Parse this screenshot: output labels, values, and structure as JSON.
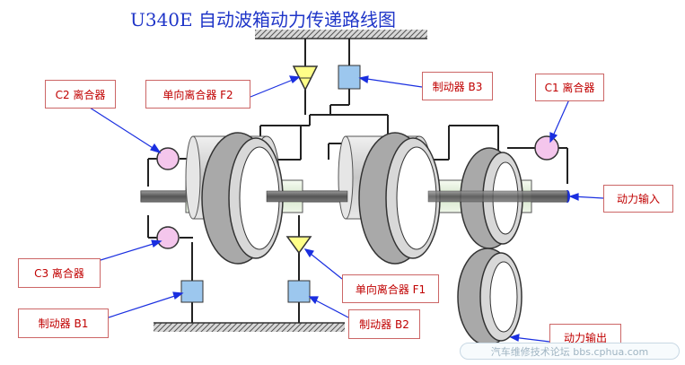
{
  "title": "U340E 自动波箱动力传递路线图",
  "labels": {
    "c2": "C2 离合器",
    "f2": "单向离合器 F2",
    "b3": "制动器 B3",
    "c1": "C1 离合器",
    "input": "动力输入",
    "c3": "C3 离合器",
    "f1": "单向离合器 F1",
    "b1": "制动器 B1",
    "b2": "制动器 B2",
    "output": "动力输出"
  },
  "watermark": "汽车维修技术论坛 bbs.cphua.com",
  "colors": {
    "title": "#1f35c8",
    "label_text": "#c00000",
    "label_border": "#cc6666",
    "leader": "#1a2fe0",
    "brake": "#9cc7ee",
    "clutch": "#f4c6ec",
    "one_way": "#ffff88",
    "ring": "#a9a9a9",
    "shaft": "#666666"
  }
}
